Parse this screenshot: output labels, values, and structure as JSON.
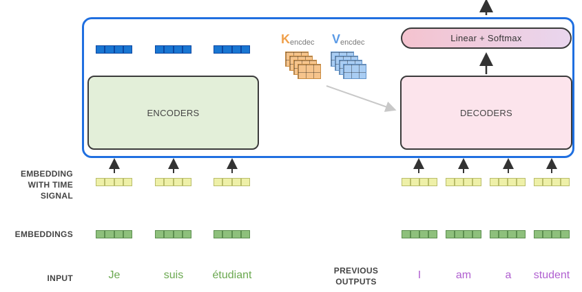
{
  "diagram": {
    "encoders_label": "ENCODERS",
    "decoders_label": "DECODERS",
    "linear_softmax_label": "Linear + Softmax",
    "k_letter": "K",
    "k_sub": "encdec",
    "v_letter": "V",
    "v_sub": "encdec"
  },
  "rows": {
    "embedding_time_signal": [
      "EMBEDDING",
      "WITH TIME",
      "SIGNAL"
    ],
    "embeddings": "EMBEDDINGS",
    "input": "INPUT",
    "previous_outputs": [
      "PREVIOUS",
      "OUTPUTS"
    ]
  },
  "input_words": [
    "Je",
    "suis",
    "étudiant"
  ],
  "output_words": [
    "I",
    "am",
    "a",
    "student"
  ],
  "colors": {
    "frame": "#1f6fe0",
    "encoder_fill": "#e3efd9",
    "decoder_fill": "#fce4ec",
    "encoder_vector": "#1976d2",
    "time_signal_vector": "#eef0a8",
    "embedding_vector": "#8ec07c",
    "input_word": "#6aa84f",
    "output_word": "#b05fd0",
    "k_color": "#f0a04b",
    "v_color": "#5a9ae6"
  }
}
